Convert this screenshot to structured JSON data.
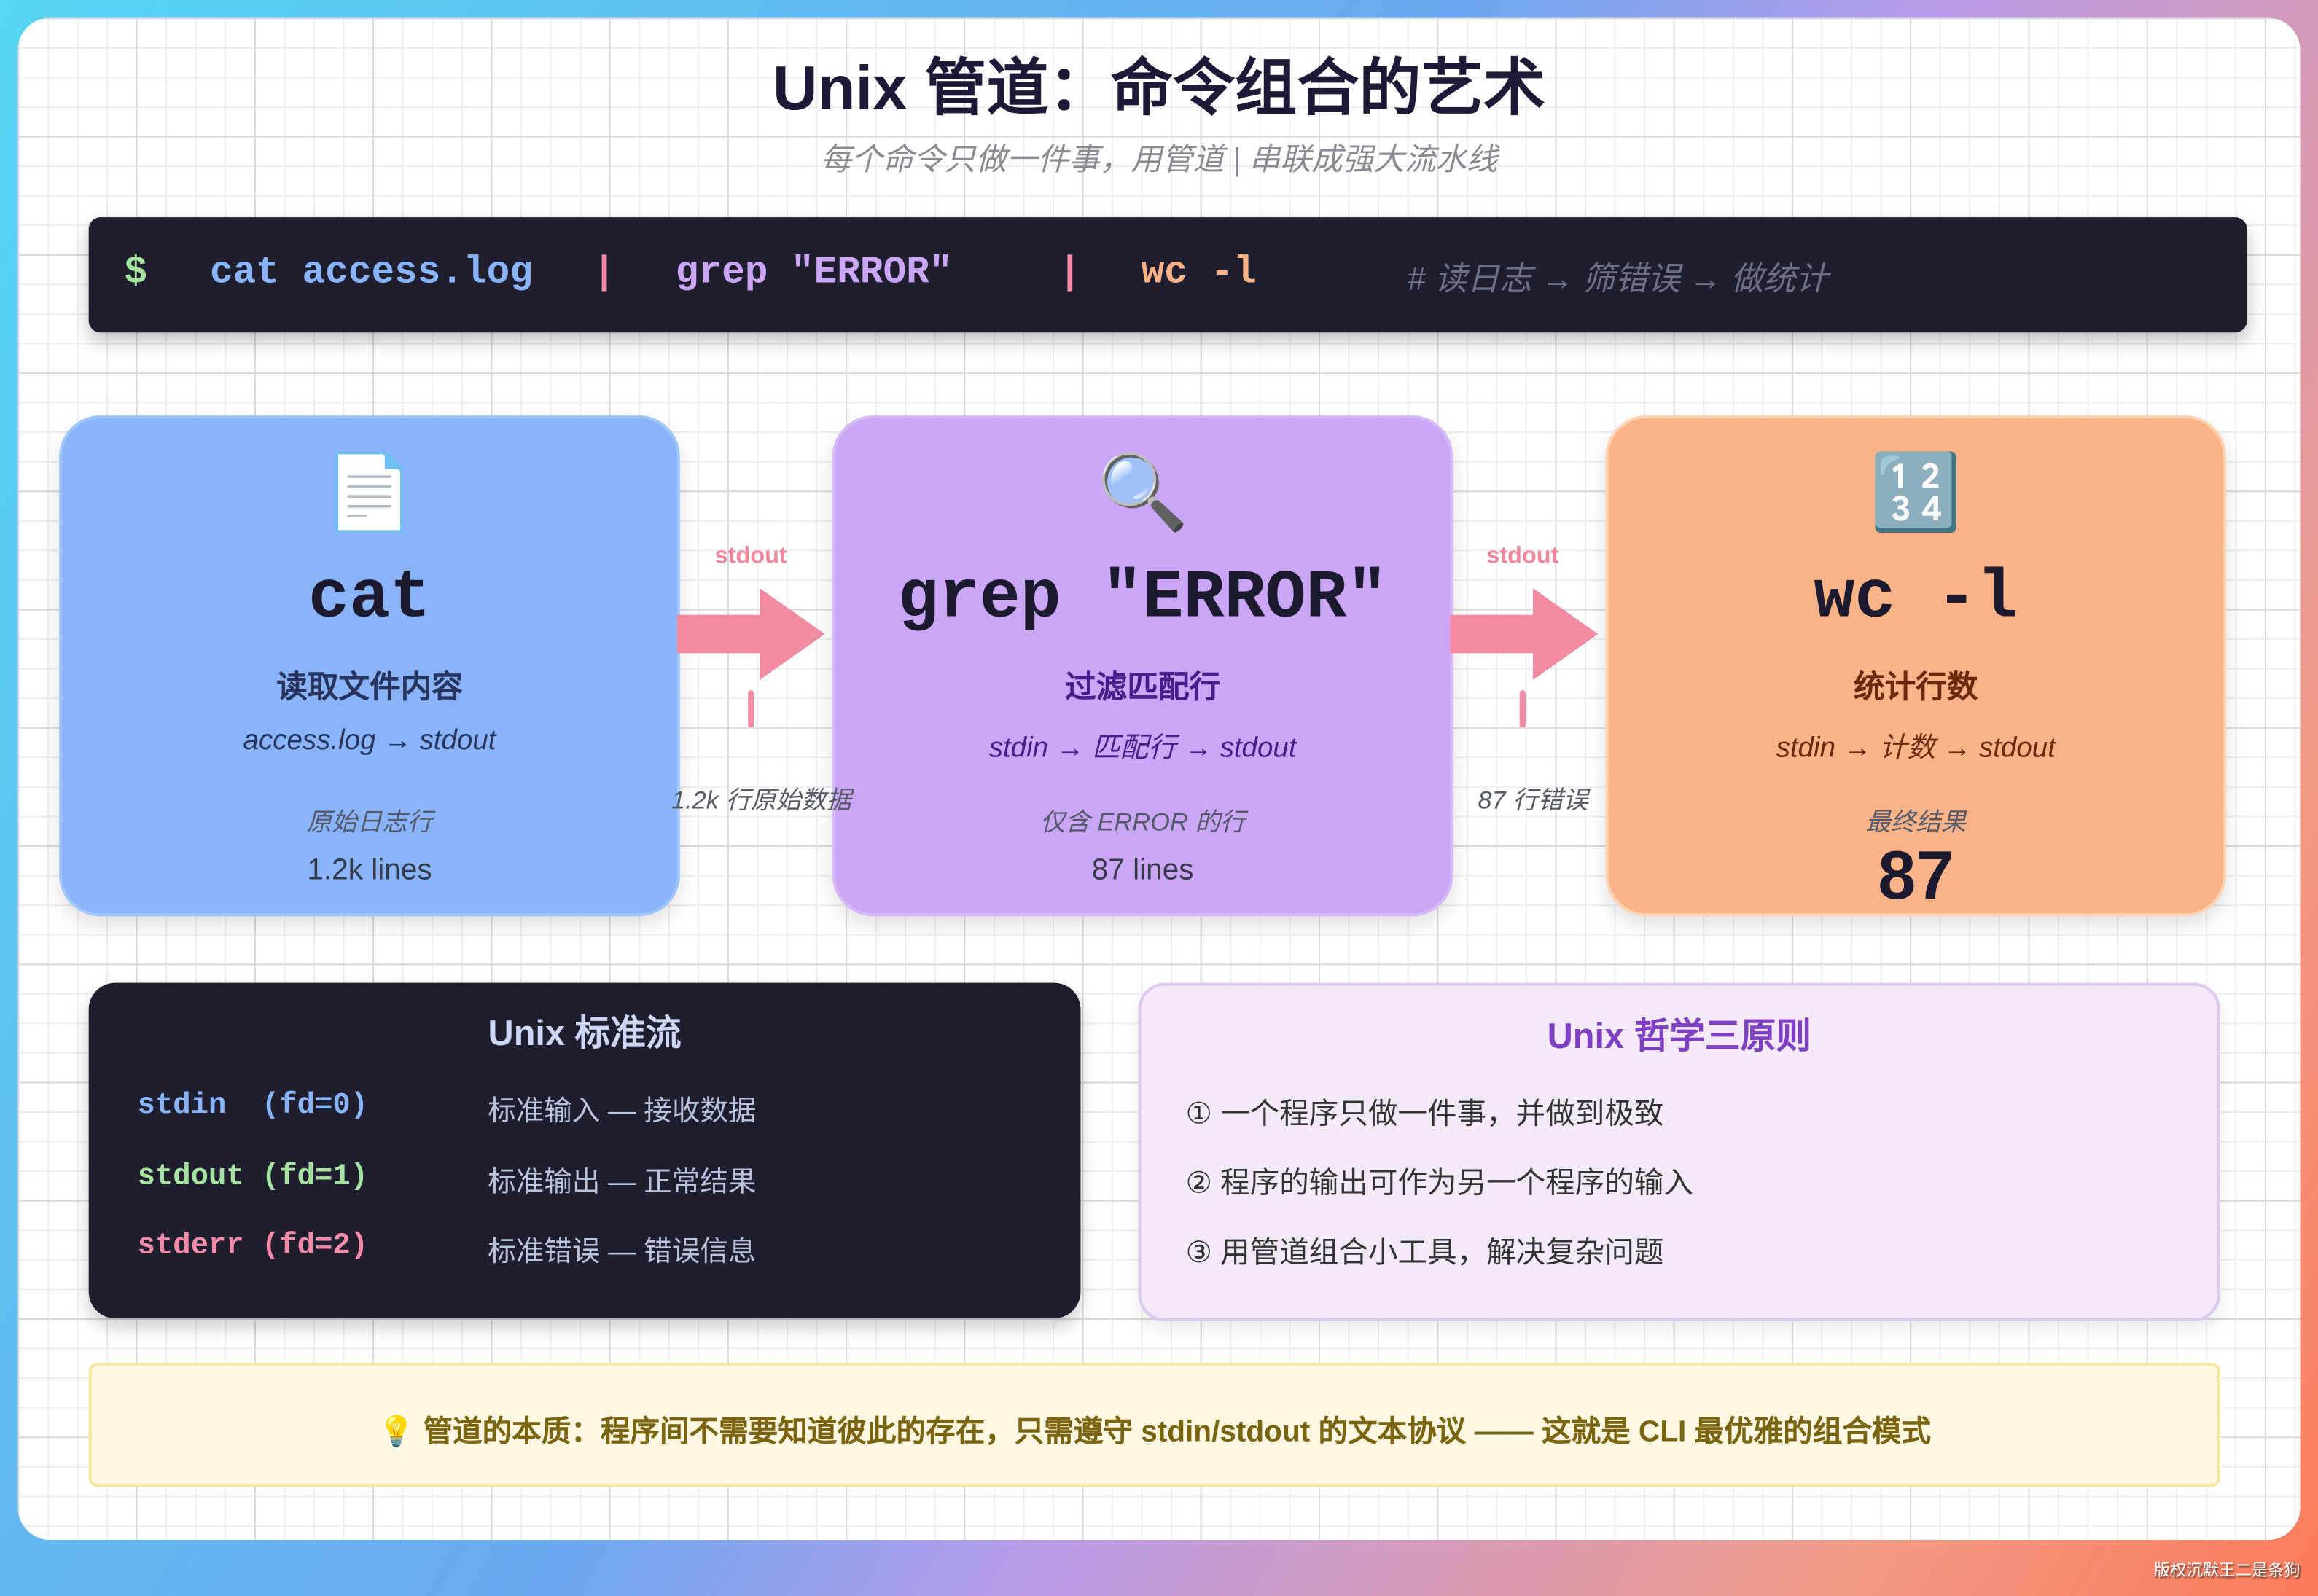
{
  "header": {
    "title": "Unix 管道：命令组合的艺术",
    "subtitle": "每个命令只做一件事，用管道 | 串联成强大流水线"
  },
  "command_bar": {
    "prompt": "$",
    "segments": [
      {
        "text": "cat access.log",
        "color": "#89b4fa"
      },
      {
        "text": "|",
        "color": "#f38ba8"
      },
      {
        "text": "grep \"ERROR\"",
        "color": "#cba6f7"
      },
      {
        "text": "|",
        "color": "#f38ba8"
      },
      {
        "text": "wc -l",
        "color": "#fab387"
      }
    ],
    "comment": "# 读日志 → 筛错误 → 做统计"
  },
  "pipeline": {
    "nodes": [
      {
        "icon": "document-icon",
        "glyph": "📄",
        "command": "cat",
        "description": "读取文件内容",
        "flow": "access.log → stdout",
        "label": "原始日志行",
        "value": "1.2k lines",
        "color": "#89b4fa"
      },
      {
        "icon": "magnifier-icon",
        "glyph": "🔍",
        "command": "grep \"ERROR\"",
        "description": "过滤匹配行",
        "flow": "stdin → 匹配行 → stdout",
        "label": "仅含 ERROR 的行",
        "value": "87 lines",
        "color": "#cba6f7"
      },
      {
        "icon": "numbers-icon",
        "glyph": "🔢",
        "command": "wc -l",
        "description": "统计行数",
        "flow": "stdin → 计数 → stdout",
        "label": "最终结果",
        "value": "87",
        "color": "#fab387"
      }
    ],
    "connectors": [
      {
        "label": "stdout",
        "caption": "1.2k 行原始数据"
      },
      {
        "label": "stdout",
        "caption": "87 行错误"
      }
    ]
  },
  "streams": {
    "title": "Unix 标准流",
    "rows": [
      {
        "name": "stdin  (fd=0)",
        "desc": "标准输入 — 接收数据",
        "color": "#89b4fa"
      },
      {
        "name": "stdout (fd=1)",
        "desc": "标准输出 — 正常结果",
        "color": "#a6e3a1"
      },
      {
        "name": "stderr (fd=2)",
        "desc": "标准错误 — 错误信息",
        "color": "#f38ba8"
      }
    ]
  },
  "philosophy": {
    "title": "Unix 哲学三原则",
    "items": [
      "① 一个程序只做一件事，并做到极致",
      "② 程序的输出可作为另一个程序的输入",
      "③ 用管道组合小工具，解决复杂问题"
    ]
  },
  "footer": {
    "icon": "lightbulb-icon",
    "text": "管道的本质：程序间不需要知道彼此的存在，只需遵守 stdin/stdout 的文本协议 —— 这就是 CLI 最优雅的组合模式"
  },
  "watermark": "版权沉默王二是条狗"
}
